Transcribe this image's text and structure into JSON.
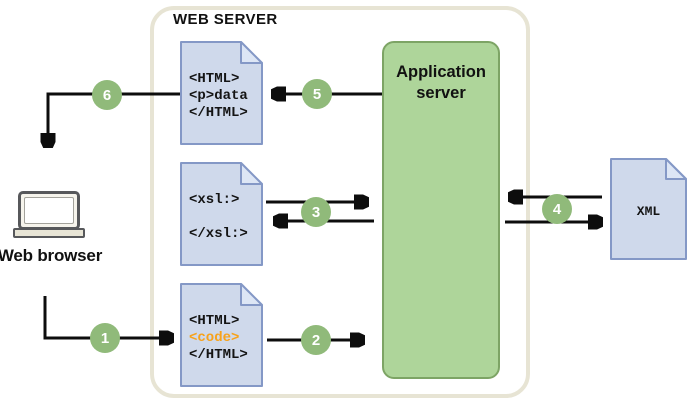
{
  "header": {
    "title": "WEB SERVER"
  },
  "browser": {
    "label": "Web browser"
  },
  "app_server": {
    "label": "Application server"
  },
  "documents": {
    "response_html": {
      "lines": [
        "<HTML>",
        "<p>data",
        "</HTML>"
      ]
    },
    "xsl_stylesheet": {
      "lines": [
        "<xsl:>",
        "",
        "</xsl:>"
      ]
    },
    "source_html": {
      "lines": [
        "<HTML>",
        "<code>",
        "</HTML>"
      ]
    },
    "xml_data": {
      "label": "XML"
    }
  },
  "steps": [
    "1",
    "2",
    "3",
    "4",
    "5",
    "6"
  ],
  "colors": {
    "container_border": "#e7e4d4",
    "app_server_fill": "#aed59a",
    "app_server_border": "#7da465",
    "document_fill": "#cfd9eb",
    "document_border": "#8498c6",
    "step_circle_fill": "#90ba7a",
    "code_accent_orange": "#f7a21b",
    "arrow": "#0d0d0d"
  }
}
